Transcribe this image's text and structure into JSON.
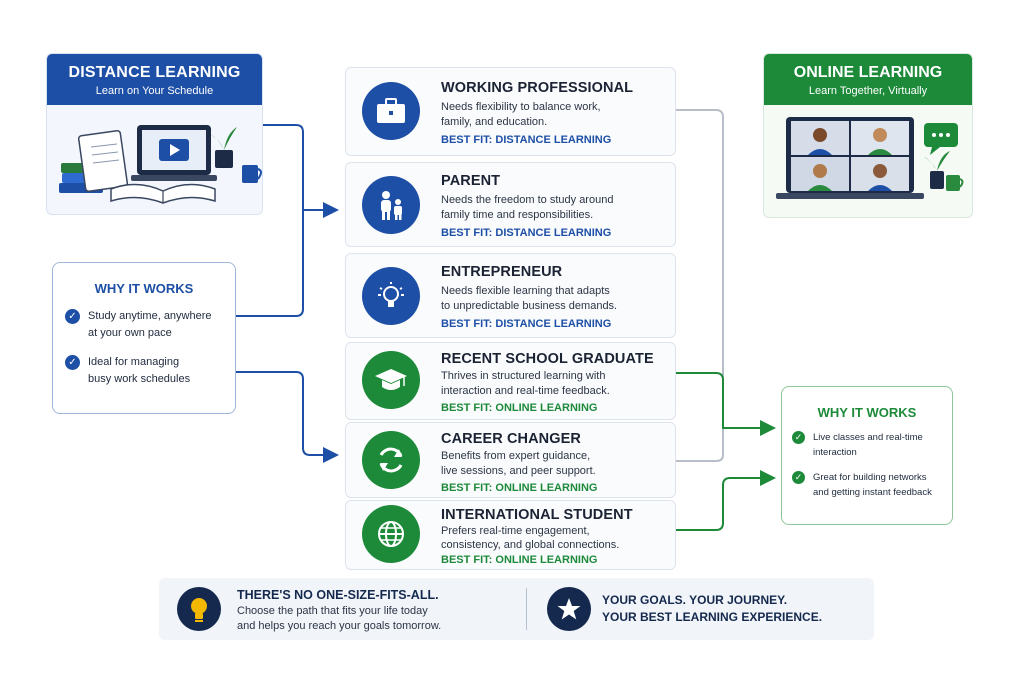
{
  "distance_panel": {
    "title": "DISTANCE LEARNING",
    "subtitle": "Learn on Your Schedule"
  },
  "online_panel": {
    "title": "ONLINE LEARNING",
    "subtitle": "Learn Together, Virtually"
  },
  "why_left": {
    "title": "WHY IT WORKS",
    "items": [
      {
        "line1": "Study anytime, anywhere",
        "line2": "at your own pace"
      },
      {
        "line1": "Ideal for managing",
        "line2": "busy work schedules"
      }
    ]
  },
  "why_right": {
    "title": "WHY IT WORKS",
    "items": [
      {
        "line1": "Live classes and real-time",
        "line2": "interaction"
      },
      {
        "line1": "Great for building networks",
        "line2": "and getting instant feedback"
      }
    ]
  },
  "personas": [
    {
      "title": "WORKING PROFESSIONAL",
      "desc1": "Needs flexibility to balance work,",
      "desc2": "family, and education.",
      "fit": "BEST FIT: DISTANCE LEARNING",
      "icon": "briefcase-icon"
    },
    {
      "title": "PARENT",
      "desc1": "Needs the freedom to study around",
      "desc2": "family time and responsibilities.",
      "fit": "BEST FIT: DISTANCE LEARNING",
      "icon": "family-icon"
    },
    {
      "title": "ENTREPRENEUR",
      "desc1": "Needs flexible learning that adapts",
      "desc2": "to unpredictable business demands.",
      "fit": "BEST FIT: DISTANCE LEARNING",
      "icon": "lightbulb-icon"
    },
    {
      "title": "RECENT SCHOOL GRADUATE",
      "desc1": "Thrives in structured learning with",
      "desc2": "interaction and real-time feedback.",
      "fit": "BEST FIT: ONLINE LEARNING",
      "icon": "graduation-cap-icon"
    },
    {
      "title": "CAREER CHANGER",
      "desc1": "Benefits from expert guidance,",
      "desc2": "live sessions, and peer support.",
      "fit": "BEST FIT: ONLINE LEARNING",
      "icon": "refresh-icon"
    },
    {
      "title": "INTERNATIONAL STUDENT",
      "desc1": "Prefers real-time engagement,",
      "desc2": "consistency, and global connections.",
      "fit": "BEST FIT: ONLINE LEARNING",
      "icon": "globe-icon"
    }
  ],
  "banner": {
    "left_title": "THERE'S NO ONE-SIZE-FITS-ALL.",
    "left_line1": "Choose the path that fits your life today",
    "left_line2": "and helps you reach your goals tomorrow.",
    "right_line1": "YOUR GOALS. YOUR JOURNEY.",
    "right_line2": "YOUR BEST LEARNING EXPERIENCE."
  },
  "colors": {
    "blue": "#1d4fa6",
    "green": "#1d8a3a",
    "navy": "#14294d",
    "gold": "#f5b800"
  }
}
